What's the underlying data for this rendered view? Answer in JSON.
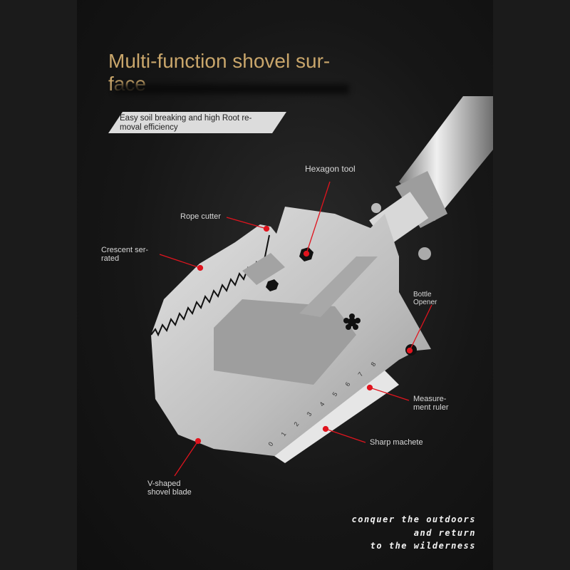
{
  "title": {
    "line1": "Multi-function shovel sur-",
    "line2": "face"
  },
  "banner": {
    "line1": "Easy soil breaking and high Root re-",
    "line2": "moval efficiency"
  },
  "callouts": {
    "hexagon_tool": "Hexagon tool",
    "rope_cutter": "Rope cutter",
    "crescent_serrated_1": "Crescent ser-",
    "crescent_serrated_2": "rated",
    "bottle_opener_1": "Bottle",
    "bottle_opener_2": "Opener",
    "measurement_ruler_1": "Measure-",
    "measurement_ruler_2": "ment ruler",
    "sharp_machete": "Sharp machete",
    "v_shaped_blade_1": "V-shaped",
    "v_shaped_blade_2": "shovel blade"
  },
  "ruler": {
    "ticks": [
      "0",
      "1",
      "2",
      "3",
      "4",
      "5",
      "6",
      "7",
      "8"
    ]
  },
  "slogan": {
    "line1": "conquer the outdoors",
    "line2": "and return",
    "line3": "to the wilderness"
  },
  "colors": {
    "title_gold": "#c9a66b",
    "callout_red": "#e0141e",
    "steel": "#c8c8c8",
    "background": "#141414"
  }
}
